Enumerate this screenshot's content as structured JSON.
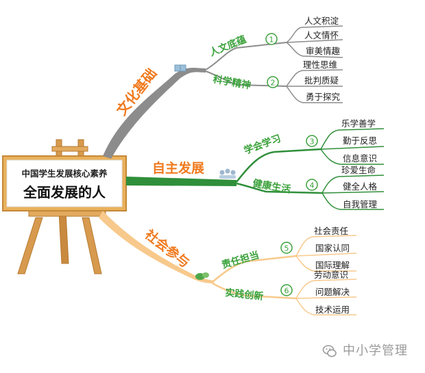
{
  "center": {
    "subtitle": "中国学生发展核心素养",
    "title": "全面发展的人"
  },
  "aspects": [
    {
      "label": "文化基础",
      "color": "#f07a1e",
      "branch_color": "#8a8a8a",
      "groups": [
        {
          "label": "人文底蕴",
          "number": "1",
          "color": "#3aa13a",
          "items": [
            "人文积淀",
            "人文情怀",
            "审美情趣"
          ]
        },
        {
          "label": "科学精神",
          "number": "2",
          "color": "#3aa13a",
          "items": [
            "理性思维",
            "批判质疑",
            "勇于探究"
          ]
        }
      ]
    },
    {
      "label": "自主发展",
      "color": "#f07a1e",
      "branch_color": "#2f8f3a",
      "groups": [
        {
          "label": "学会学习",
          "number": "3",
          "color": "#3aa13a",
          "items": [
            "乐学善学",
            "勤于反思",
            "信息意识"
          ]
        },
        {
          "label": "健康生活",
          "number": "4",
          "color": "#3aa13a",
          "items": [
            "珍爱生命",
            "健全人格",
            "自我管理"
          ]
        }
      ]
    },
    {
      "label": "社会参与",
      "color": "#f07a1e",
      "branch_color": "#f7c98a",
      "groups": [
        {
          "label": "责任担当",
          "number": "5",
          "color": "#3aa13a",
          "items": [
            "社会责任",
            "国家认同",
            "国际理解"
          ]
        },
        {
          "label": "实践创新",
          "number": "6",
          "color": "#3aa13a",
          "items": [
            "劳动意识",
            "问题解决",
            "技术运用"
          ]
        }
      ]
    }
  ],
  "watermark": {
    "text": "中小学管理",
    "icon": "wechat-icon"
  }
}
